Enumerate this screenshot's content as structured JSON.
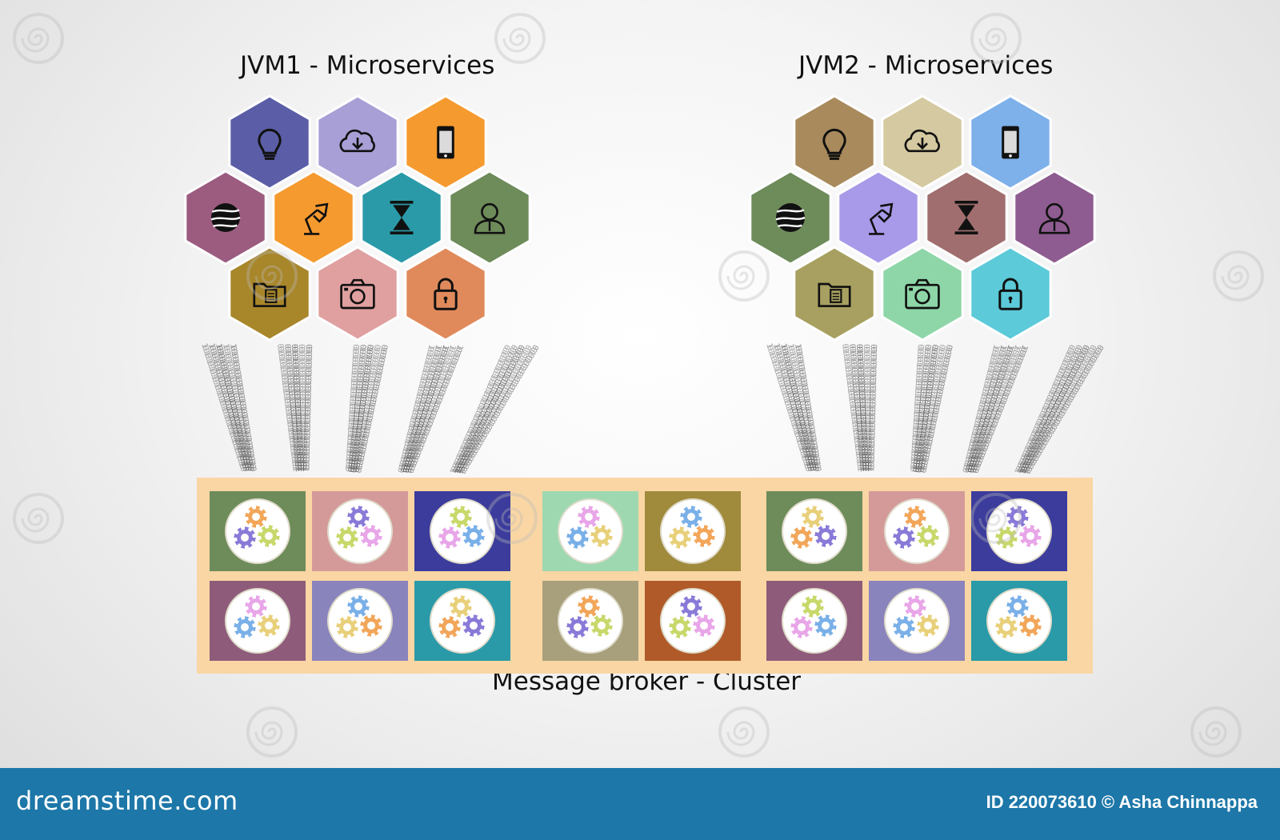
{
  "titles": {
    "jvm1": "JVM1 - Microservices",
    "jvm2": "JVM2 - Microservices",
    "broker": "Message broker - Cluster"
  },
  "clusters": [
    {
      "name": "JVM1",
      "hexes": [
        {
          "icon": "lightbulb-icon",
          "color": "#5b5ea6"
        },
        {
          "icon": "cloud-download-icon",
          "color": "#a89fd6"
        },
        {
          "icon": "smartphone-icon",
          "color": "#f59a2f"
        },
        {
          "icon": "globe-icon",
          "color": "#9b5c80"
        },
        {
          "icon": "desk-lamp-icon",
          "color": "#f59a2f"
        },
        {
          "icon": "hourglass-icon",
          "color": "#2a9aa8"
        },
        {
          "icon": "user-icon",
          "color": "#6e8b5a"
        },
        {
          "icon": "folder-icon",
          "color": "#a8862a"
        },
        {
          "icon": "camera-icon",
          "color": "#e0a0a0"
        },
        {
          "icon": "lock-icon",
          "color": "#e08a5c"
        }
      ]
    },
    {
      "name": "JVM2",
      "hexes": [
        {
          "icon": "lightbulb-icon",
          "color": "#a88a5c"
        },
        {
          "icon": "cloud-download-icon",
          "color": "#d4c9a0"
        },
        {
          "icon": "smartphone-icon",
          "color": "#7eb0ea"
        },
        {
          "icon": "globe-icon",
          "color": "#6e8b5a"
        },
        {
          "icon": "desk-lamp-icon",
          "color": "#a89ae8"
        },
        {
          "icon": "hourglass-icon",
          "color": "#a06e6e"
        },
        {
          "icon": "user-icon",
          "color": "#8e5c90"
        },
        {
          "icon": "folder-icon",
          "color": "#a8a060"
        },
        {
          "icon": "camera-icon",
          "color": "#8ed6a8"
        },
        {
          "icon": "lock-icon",
          "color": "#5ccad8"
        }
      ]
    }
  ],
  "broker": {
    "background": "#f9d6a4",
    "tiles": [
      [
        "#6e8b5a",
        "#d49a9a",
        "#3c3c9c",
        "#9ed8b0",
        "#a08a3c",
        "#6e8b5a",
        "#d49a9a",
        "#3c3c9c"
      ],
      [
        "#8e5c7a",
        "#8a84bc",
        "#2a9aa8",
        "#a8a07c",
        "#b05a2a",
        "#8e5c7a",
        "#8a84bc",
        "#2a9aa8"
      ]
    ]
  },
  "footer": {
    "brand": "dreamstime.com",
    "credit": "ID 220073610 © Asha Chinnappa"
  }
}
